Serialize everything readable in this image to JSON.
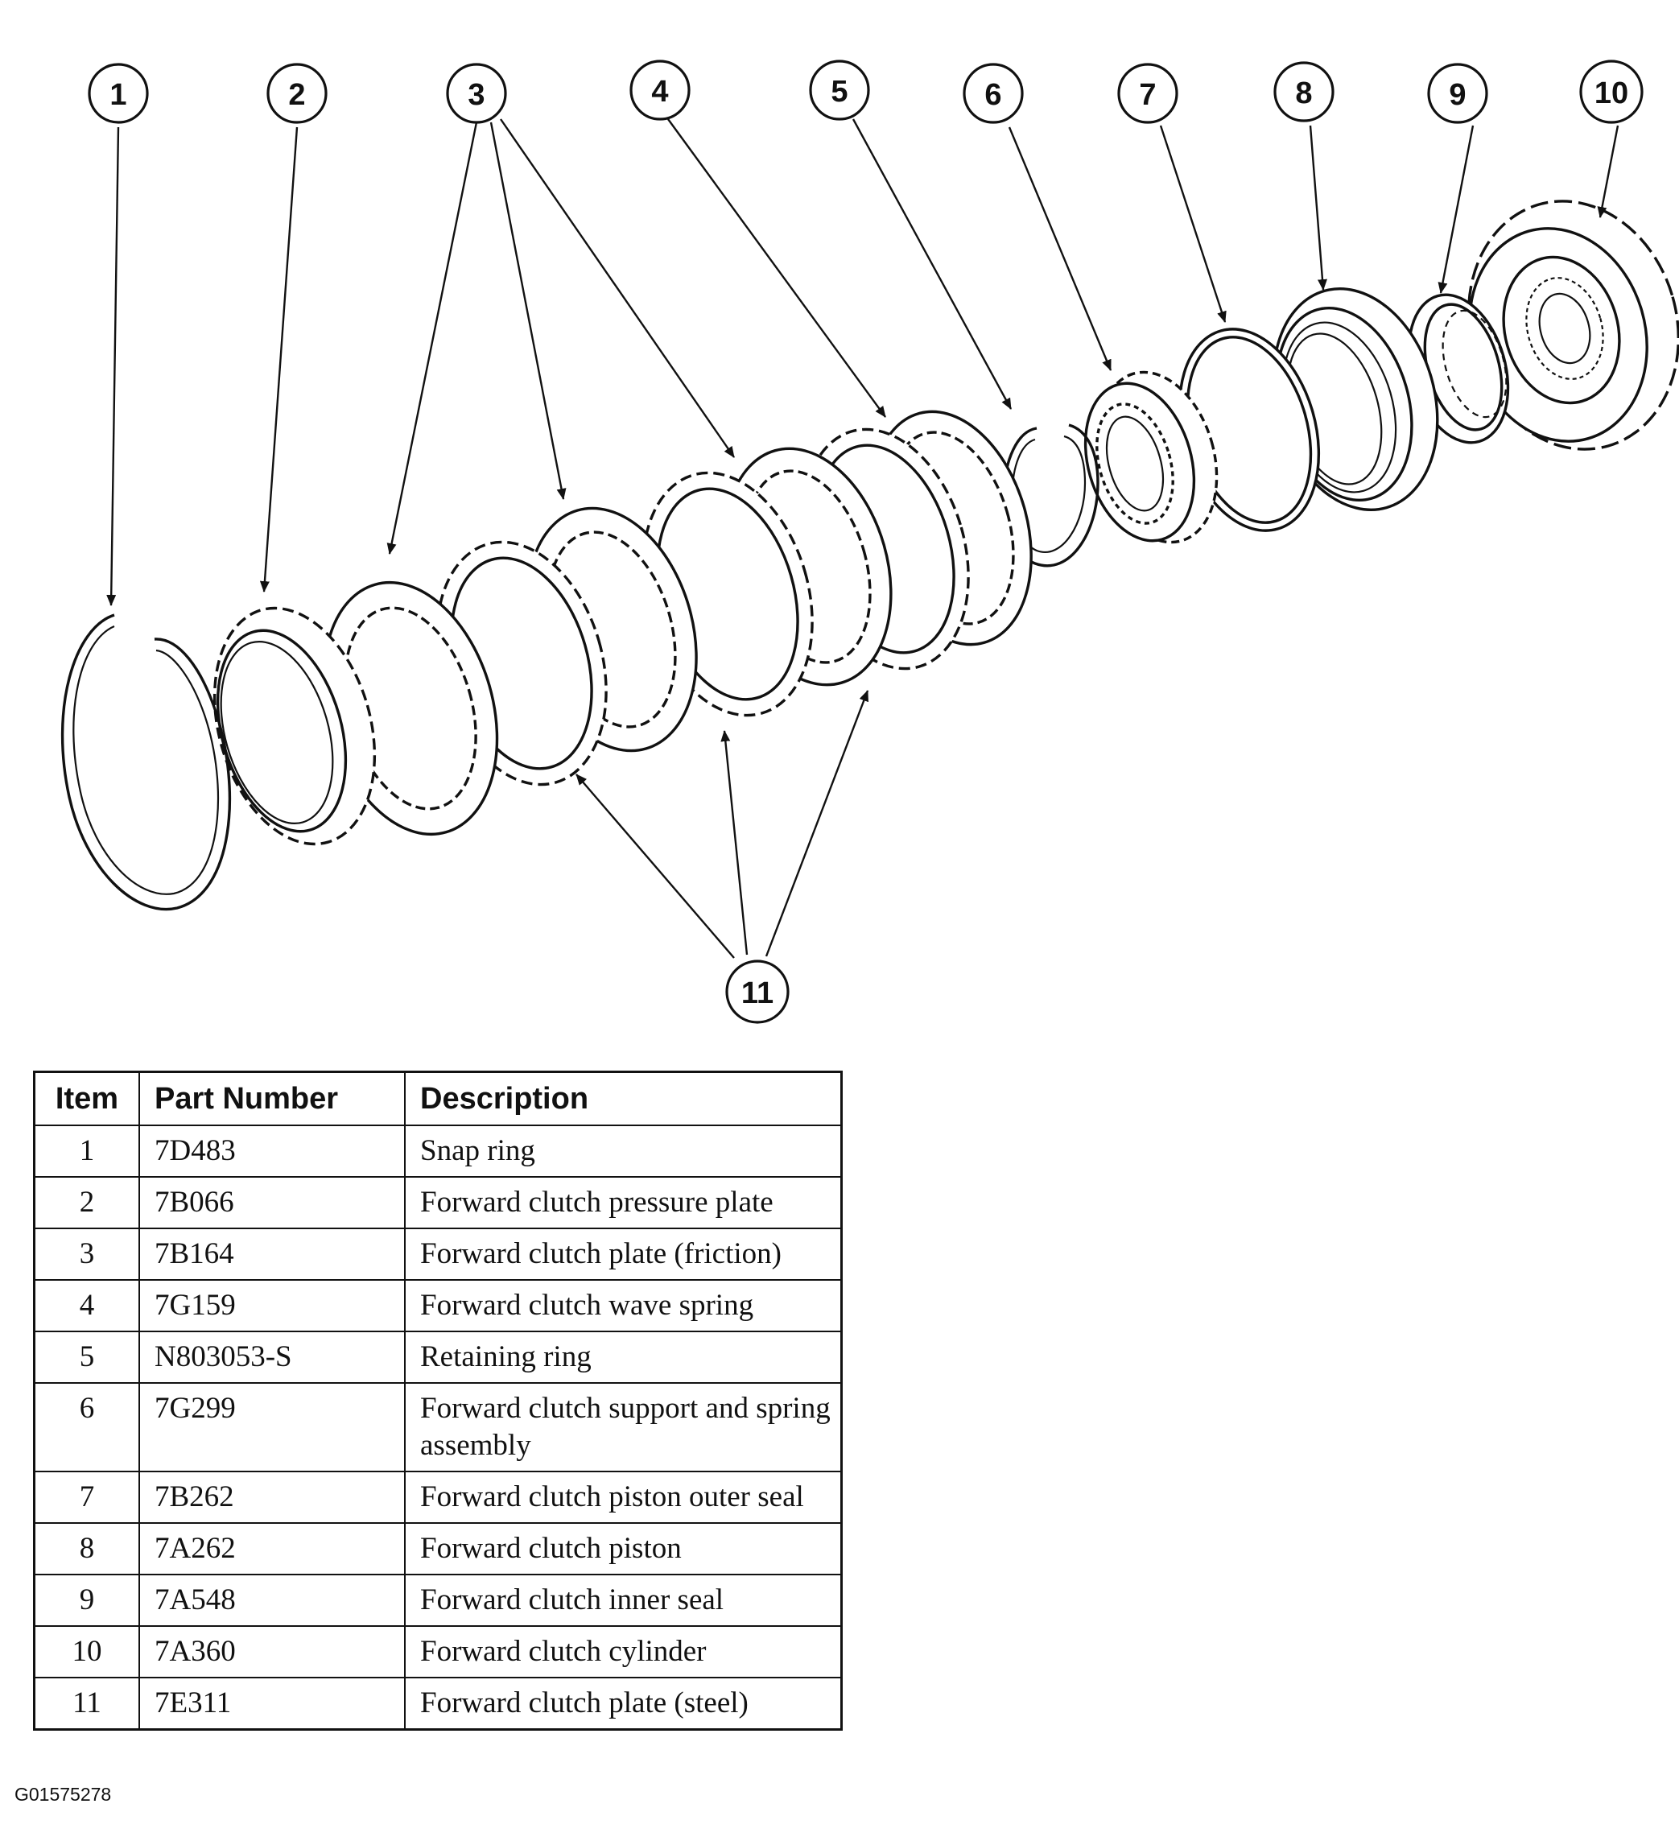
{
  "callouts": [
    "1",
    "2",
    "3",
    "4",
    "5",
    "6",
    "7",
    "8",
    "9",
    "10",
    "11"
  ],
  "table": {
    "headers": {
      "item": "Item",
      "part_number": "Part Number",
      "description": "Description"
    },
    "rows": [
      {
        "item": "1",
        "part_number": "7D483",
        "description": "Snap ring"
      },
      {
        "item": "2",
        "part_number": "7B066",
        "description": "Forward clutch pressure plate"
      },
      {
        "item": "3",
        "part_number": "7B164",
        "description": "Forward clutch plate (friction)"
      },
      {
        "item": "4",
        "part_number": "7G159",
        "description": "Forward clutch wave spring"
      },
      {
        "item": "5",
        "part_number": "N803053-S",
        "description": "Retaining ring"
      },
      {
        "item": "6",
        "part_number": "7G299",
        "description": "Forward clutch support and spring assembly"
      },
      {
        "item": "7",
        "part_number": "7B262",
        "description": "Forward clutch piston outer seal"
      },
      {
        "item": "8",
        "part_number": "7A262",
        "description": "Forward clutch piston"
      },
      {
        "item": "9",
        "part_number": "7A548",
        "description": "Forward clutch inner seal"
      },
      {
        "item": "10",
        "part_number": "7A360",
        "description": "Forward clutch cylinder"
      },
      {
        "item": "11",
        "part_number": "7E311",
        "description": "Forward clutch plate (steel)"
      }
    ]
  },
  "figure_id": "G01575278"
}
